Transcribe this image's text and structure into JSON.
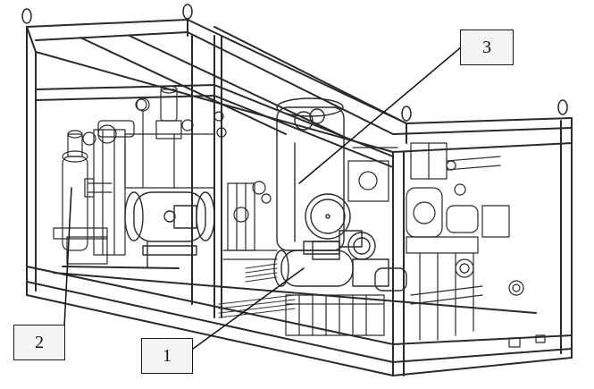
{
  "callouts": {
    "one": "1",
    "two": "2",
    "three": "3"
  },
  "colors": {
    "line": "#2a2a2a",
    "leader": "#111111",
    "background": "#ffffff",
    "box_fill": "#f4f4f4"
  }
}
